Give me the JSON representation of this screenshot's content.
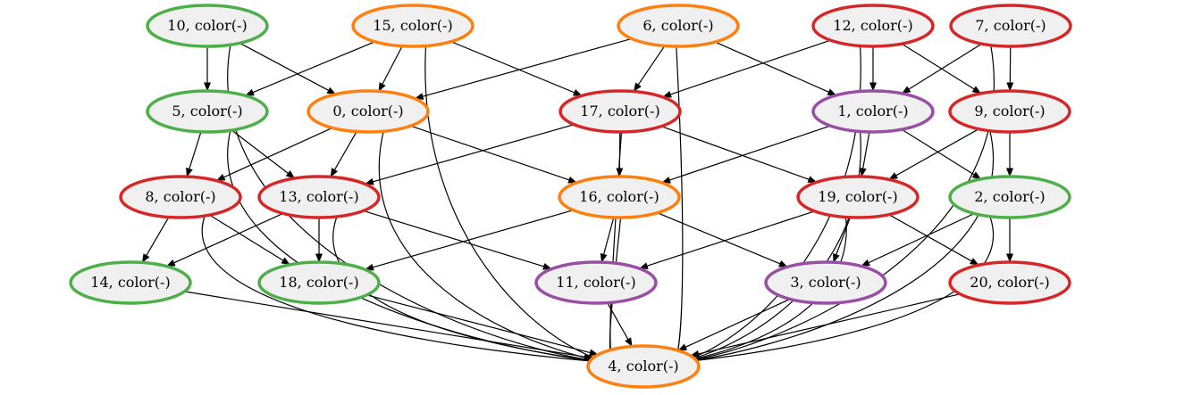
{
  "colors": {
    "red": "#d62728",
    "green": "#4daf4a",
    "orange": "#ff7f0e",
    "purple": "#984ea3",
    "node_fill": "#f0f0f0",
    "edge": "#000000"
  },
  "nodes": [
    {
      "id": "10",
      "label": "10, color(-)",
      "color": "green"
    },
    {
      "id": "15",
      "label": "15, color(-)",
      "color": "orange"
    },
    {
      "id": "6",
      "label": "6, color(-)",
      "color": "orange"
    },
    {
      "id": "12",
      "label": "12, color(-)",
      "color": "red"
    },
    {
      "id": "7",
      "label": "7, color(-)",
      "color": "red"
    },
    {
      "id": "5",
      "label": "5, color(-)",
      "color": "green"
    },
    {
      "id": "0",
      "label": "0, color(-)",
      "color": "orange"
    },
    {
      "id": "17",
      "label": "17, color(-)",
      "color": "red"
    },
    {
      "id": "1",
      "label": "1, color(-)",
      "color": "purple"
    },
    {
      "id": "9",
      "label": "9, color(-)",
      "color": "red"
    },
    {
      "id": "8",
      "label": "8, color(-)",
      "color": "red"
    },
    {
      "id": "13",
      "label": "13, color(-)",
      "color": "red"
    },
    {
      "id": "16",
      "label": "16, color(-)",
      "color": "orange"
    },
    {
      "id": "19",
      "label": "19, color(-)",
      "color": "red"
    },
    {
      "id": "2",
      "label": "2, color(-)",
      "color": "green"
    },
    {
      "id": "14",
      "label": "14, color(-)",
      "color": "green"
    },
    {
      "id": "18",
      "label": "18, color(-)",
      "color": "green"
    },
    {
      "id": "11",
      "label": "11, color(-)",
      "color": "purple"
    },
    {
      "id": "3",
      "label": "3, color(-)",
      "color": "purple"
    },
    {
      "id": "20",
      "label": "20, color(-)",
      "color": "red"
    },
    {
      "id": "4",
      "label": "4, color(-)",
      "color": "orange"
    }
  ],
  "edges": [
    [
      "10",
      "5"
    ],
    [
      "10",
      "0"
    ],
    [
      "10",
      "4"
    ],
    [
      "15",
      "5"
    ],
    [
      "15",
      "0"
    ],
    [
      "15",
      "17"
    ],
    [
      "15",
      "4"
    ],
    [
      "6",
      "0"
    ],
    [
      "6",
      "17"
    ],
    [
      "6",
      "1"
    ],
    [
      "6",
      "4"
    ],
    [
      "12",
      "17"
    ],
    [
      "12",
      "1"
    ],
    [
      "12",
      "9"
    ],
    [
      "12",
      "4"
    ],
    [
      "7",
      "1"
    ],
    [
      "7",
      "9"
    ],
    [
      "7",
      "4"
    ],
    [
      "5",
      "8"
    ],
    [
      "5",
      "13"
    ],
    [
      "5",
      "4"
    ],
    [
      "0",
      "8"
    ],
    [
      "0",
      "13"
    ],
    [
      "0",
      "16"
    ],
    [
      "0",
      "4"
    ],
    [
      "17",
      "13"
    ],
    [
      "17",
      "16"
    ],
    [
      "17",
      "19"
    ],
    [
      "17",
      "4"
    ],
    [
      "1",
      "16"
    ],
    [
      "1",
      "19"
    ],
    [
      "1",
      "2"
    ],
    [
      "1",
      "4"
    ],
    [
      "9",
      "19"
    ],
    [
      "9",
      "2"
    ],
    [
      "9",
      "4"
    ],
    [
      "8",
      "14"
    ],
    [
      "8",
      "18"
    ],
    [
      "8",
      "4"
    ],
    [
      "13",
      "14"
    ],
    [
      "13",
      "18"
    ],
    [
      "13",
      "11"
    ],
    [
      "13",
      "4"
    ],
    [
      "16",
      "18"
    ],
    [
      "16",
      "11"
    ],
    [
      "16",
      "3"
    ],
    [
      "16",
      "4"
    ],
    [
      "19",
      "11"
    ],
    [
      "19",
      "3"
    ],
    [
      "19",
      "20"
    ],
    [
      "19",
      "4"
    ],
    [
      "2",
      "3"
    ],
    [
      "2",
      "20"
    ],
    [
      "2",
      "4"
    ],
    [
      "14",
      "4"
    ],
    [
      "18",
      "4"
    ],
    [
      "11",
      "4"
    ],
    [
      "3",
      "4"
    ],
    [
      "20",
      "4"
    ]
  ]
}
